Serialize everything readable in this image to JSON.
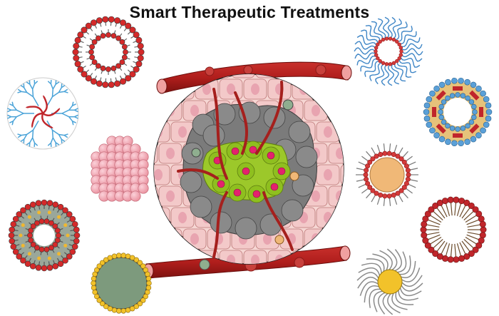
{
  "title": "Smart Therapeutic Treatments",
  "colors": {
    "vessel": "#b3201e",
    "vessel_dark": "#7d1210",
    "tumor_gray": "#7b7b7b",
    "tumor_green": "#8fbf1f",
    "nucleus_pink": "#e4226e",
    "tissue_pink": "#f3c9c9",
    "lipid_head_red": "#d42a2a",
    "lipid_tail_gray": "#8a8a8a",
    "dendrimer_blue": "#4aa3d8",
    "micelle_blue": "#3f86c6",
    "gold_core": "#f0b877",
    "gold_head": "#f2c22a",
    "green_core": "#7d9a7d"
  },
  "nanocarriers": [
    {
      "id": "liposome",
      "icon": "liposome-icon"
    },
    {
      "id": "dendrimer",
      "icon": "dendrimer-icon"
    },
    {
      "id": "nanoparticle-cluster",
      "icon": "nanoparticle-cluster-icon"
    },
    {
      "id": "drug-loaded-liposome",
      "icon": "drug-loaded-liposome-icon"
    },
    {
      "id": "gold-shell-particle",
      "icon": "gold-shell-particle-icon"
    },
    {
      "id": "polymeric-micelle",
      "icon": "polymeric-micelle-icon"
    },
    {
      "id": "multifunctional-vesicle",
      "icon": "multifunctional-vesicle-icon"
    },
    {
      "id": "lipid-nanoparticle",
      "icon": "lipid-nanoparticle-icon"
    },
    {
      "id": "solid-lipid-micelle",
      "icon": "solid-lipid-micelle-icon"
    },
    {
      "id": "polymer-coated-nanoparticle",
      "icon": "polymer-coated-nanoparticle-icon"
    }
  ],
  "center": {
    "icon": "tumor-tissue-icon"
  }
}
